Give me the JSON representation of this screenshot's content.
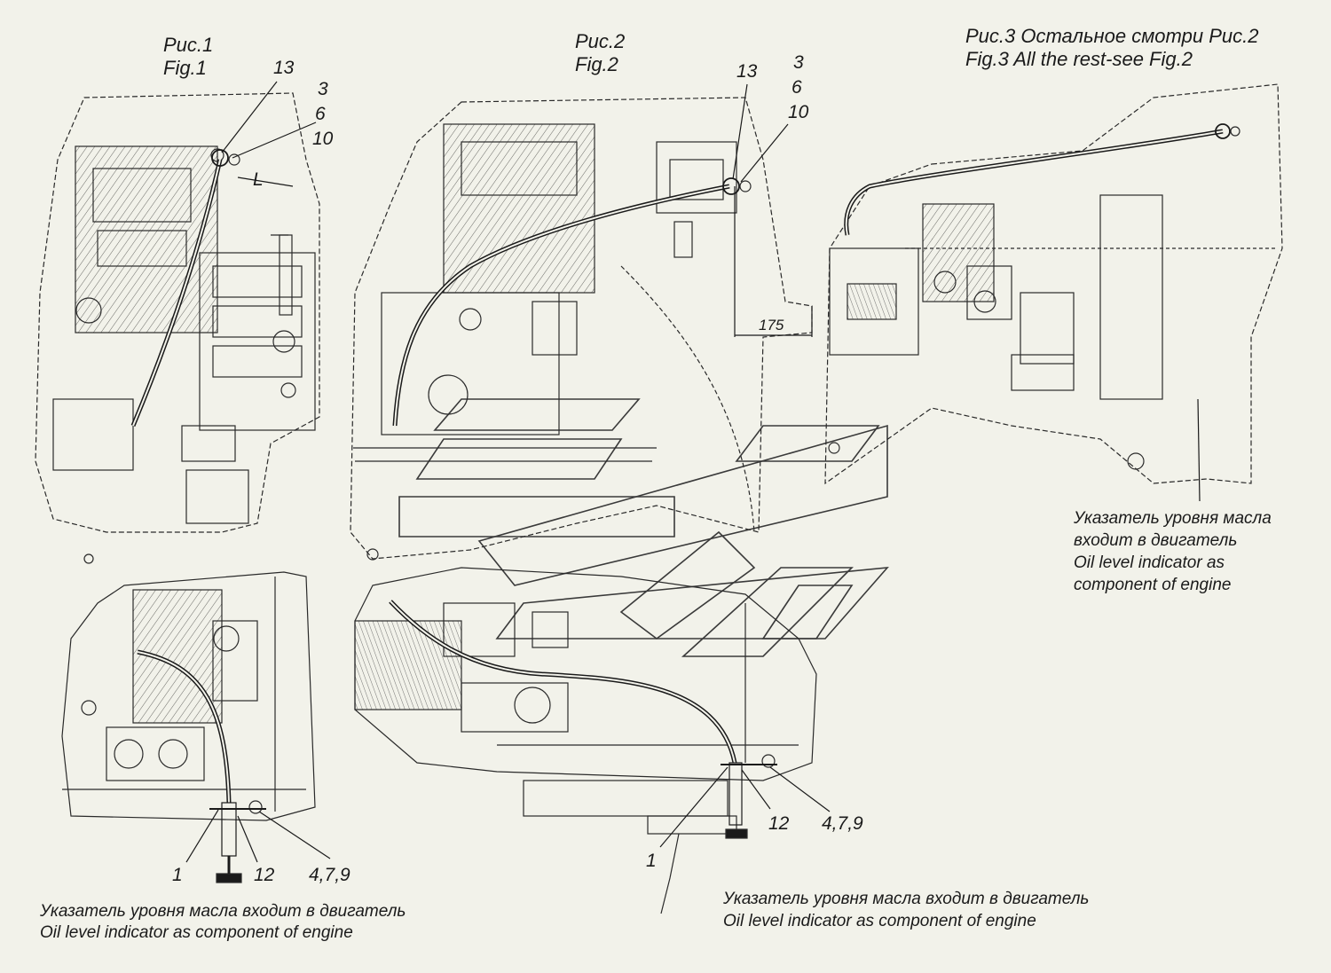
{
  "fig1": {
    "caption_ru": "Рис.1",
    "caption_en": "Fig.1",
    "callout_top_13": "13",
    "callout_top_3": "3",
    "callout_top_6": "6",
    "callout_top_10": "10",
    "dim_L": "L",
    "callout_bottom_1": "1",
    "callout_bottom_12": "12",
    "callout_bottom_479": "4,7,9",
    "note_ru": "Указатель уровня масла  входит в двигатель",
    "note_en": "Oil level indicator as  component of engine"
  },
  "fig2": {
    "caption_ru": "Рис.2",
    "caption_en": "Fig.2",
    "callout_top_13": "13",
    "callout_top_3": "3",
    "callout_top_6": "6",
    "callout_top_10": "10",
    "dim_175": "175",
    "callout_bottom_1": "1",
    "callout_bottom_12": "12",
    "callout_bottom_479": "4,7,9",
    "note_ru": "Указатель уровня масла входит в двигатель",
    "note_en": "Oil level indicator as  component of engine"
  },
  "fig3": {
    "caption_ru": "Рис.3  Остальное смотри Рис.2",
    "caption_en": "Fig.3   All the rest-see Fig.2",
    "note_line1": "Указатель уровня масла",
    "note_line2": "входит в двигатель",
    "note_line3": "Oil level indicator as",
    "note_line4": " component of engine"
  },
  "colors": {
    "ink": "#1a1a1a",
    "paper": "#f2f2ea",
    "hatch": "#6a6a66"
  }
}
